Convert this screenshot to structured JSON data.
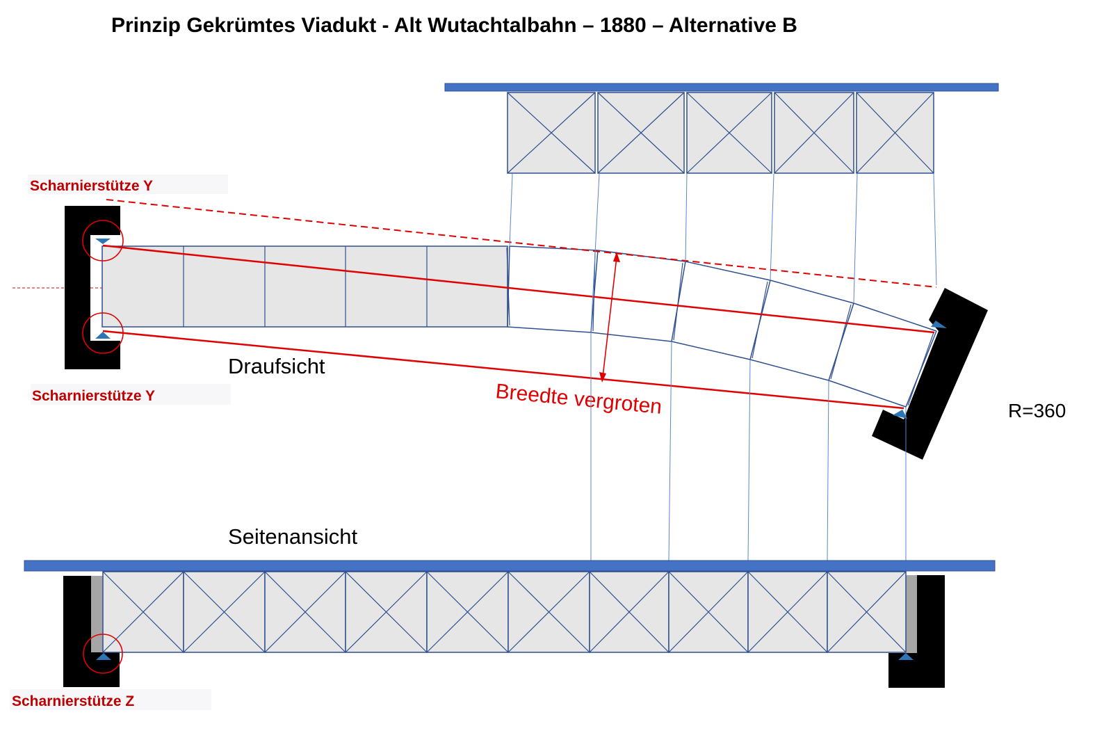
{
  "title": "Prinzip Gekrümtes Viadukt - Alt Wutachtalbahn – 1880 – Alternative B",
  "views": {
    "top_view": "Draufsicht",
    "side_view": "Seitenansicht"
  },
  "supports": {
    "y_top": "Scharnierstütze Y",
    "y_bottom": "Scharnierstütze Y",
    "z": "Scharnierstütze Z"
  },
  "annotations": {
    "width_increase": "Breedte vergroten",
    "radius": "R=360"
  },
  "colors": {
    "deck_blue": "#4472C4",
    "truss_line": "#2F4F8F",
    "panel_fill": "#E7E6E6",
    "accent_red": "#E00000",
    "label_red": "#C00000",
    "support_black": "#000000"
  }
}
